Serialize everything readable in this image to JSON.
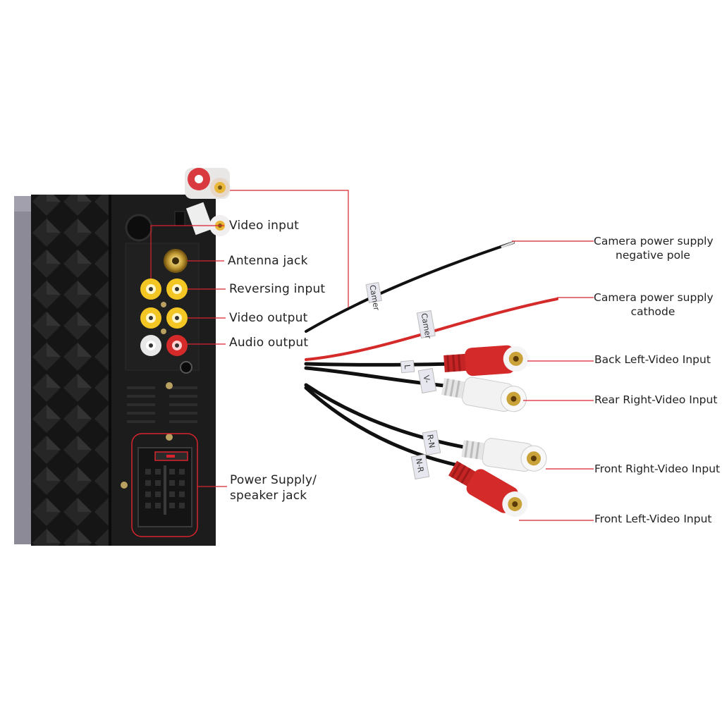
{
  "colors": {
    "leader_line": "#d9232e",
    "unit_body": "#1c1c1c",
    "side_panel": "#8d8a98",
    "rca_red": "#d42a2a",
    "rca_white": "#f2f2f2",
    "rca_yellow": "#f3c623",
    "cable": "#111111"
  },
  "labels": {
    "video_input": "Video input",
    "antenna_jack": "Antenna jack",
    "reversing_input": "Reversing input",
    "video_output": "Video output",
    "audio_output": "Audio output",
    "power_supply_line1": "Power Supply/",
    "power_supply_line2": "speaker jack",
    "camera_neg_line1": "Camera power supply",
    "camera_neg_line2": "negative pole",
    "camera_cathode_line1": "Camera power supply",
    "camera_cathode_line2": "cathode",
    "back_left": "Back Left-Video Input",
    "rear_right": "Rear Right-Video Input",
    "front_right": "Front Right-Video Input",
    "front_left": "Front Left-Video Input"
  },
  "cable_tags": {
    "camera_1": "Camer",
    "camera_2": "Camer",
    "tag_rear_l": "L",
    "tag_rear_r": "V-",
    "tag_front_r": "R-N",
    "tag_front_l": "N-R"
  }
}
